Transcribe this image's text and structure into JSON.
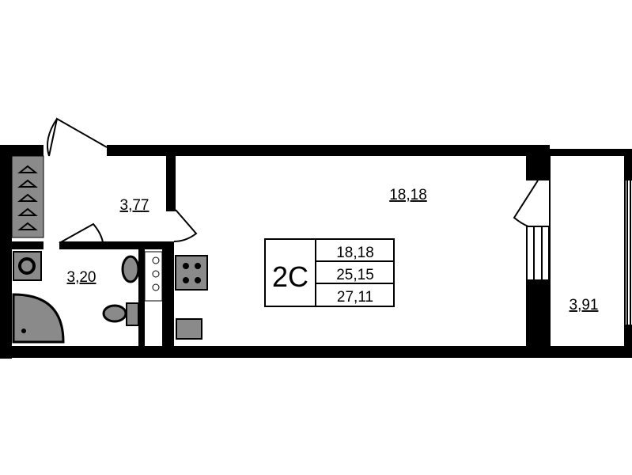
{
  "plan": {
    "rooms": {
      "hallway_area": "3,77",
      "bathroom_area": "3,20",
      "living_area": "18,18",
      "balcony_area": "3,91"
    },
    "summary": {
      "type_code": "2C",
      "living_area": "18,18",
      "total_area": "25,15",
      "total_with_balcony": "27,11"
    }
  },
  "colors": {
    "wall": "#000000",
    "fixture": "#8a8a8a",
    "background": "#ffffff"
  }
}
